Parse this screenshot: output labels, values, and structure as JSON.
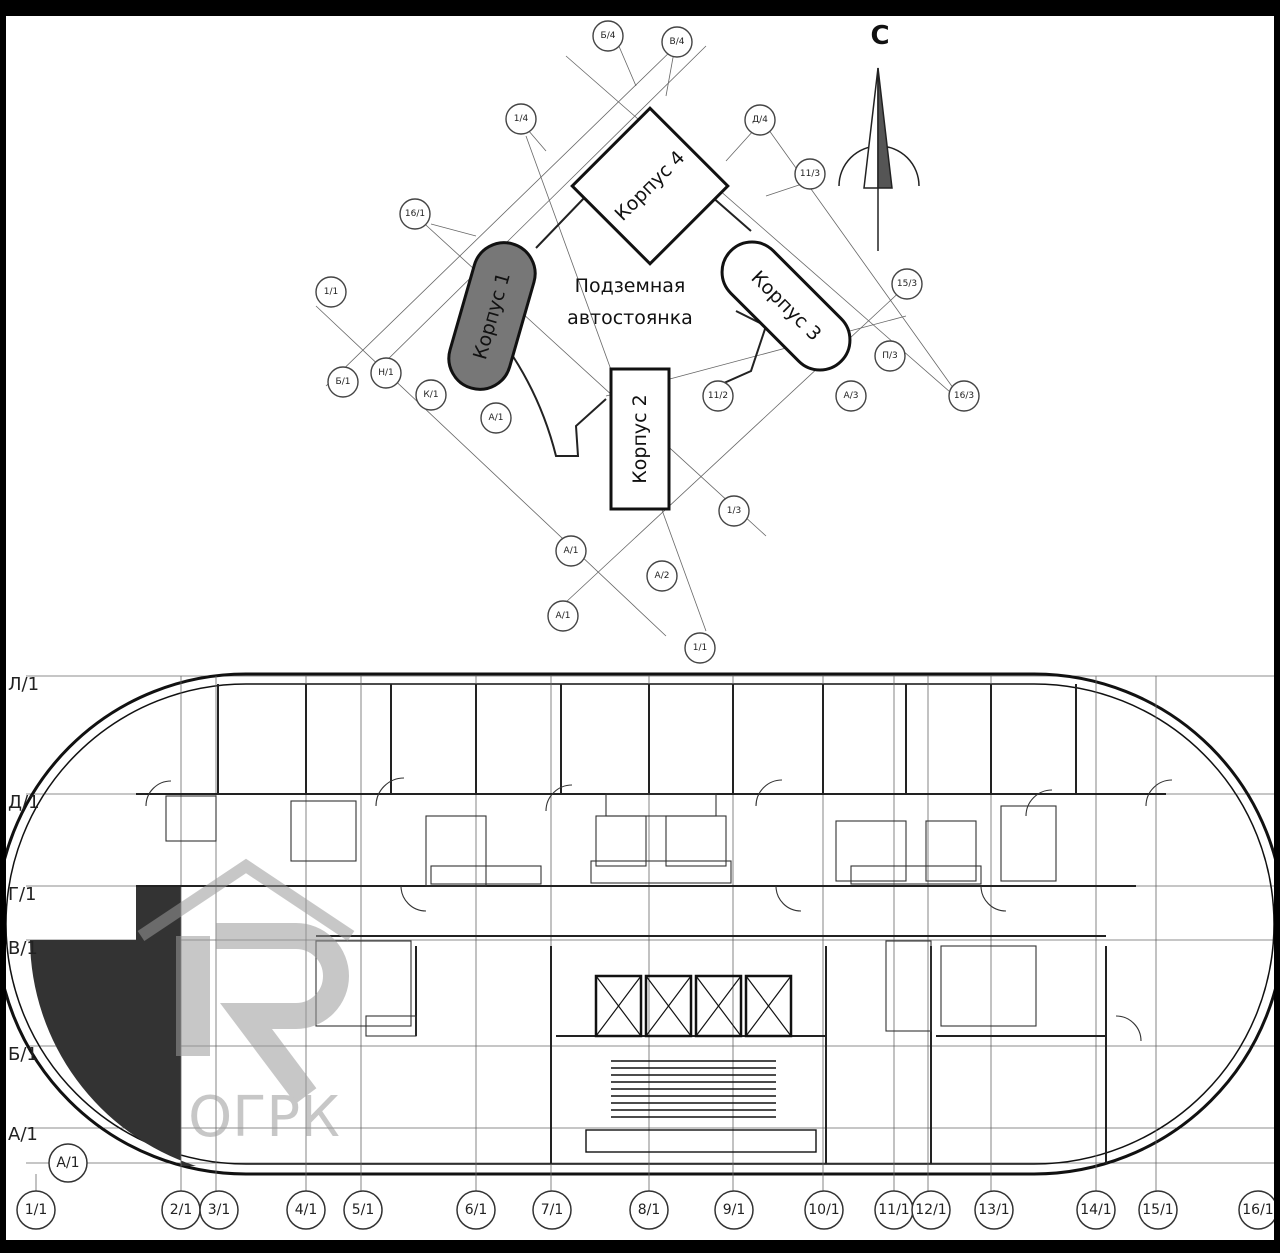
{
  "site_plan": {
    "north_label": "С",
    "parking_label": [
      "Подземная",
      "автостоянка"
    ],
    "buildings": [
      {
        "id": "k4",
        "label": "Корпус 4"
      },
      {
        "id": "k1",
        "label": "Корпус 1"
      },
      {
        "id": "k3",
        "label": "Корпус 3"
      },
      {
        "id": "k2",
        "label": "Корпус 2"
      }
    ],
    "grid_bubbles": [
      "Б/4",
      "В/4",
      "1/4",
      "Д/4",
      "16/1",
      "11/3",
      "1/1",
      "Б/1",
      "Н/1",
      "К/1",
      "А/1",
      "15/3",
      "П/3",
      "А/3",
      "16/3",
      "1/3",
      "11/2",
      "А/2",
      "А/1",
      "1/1"
    ]
  },
  "floor_plan": {
    "highlight_color": "#333333",
    "left_axes": [
      "Л/1",
      "Д/1",
      "Г/1",
      "В/1",
      "Б/1",
      "А/1"
    ],
    "left_axis_bottom": "А/1",
    "bottom_axes": [
      "1/1",
      "2/1",
      "3/1",
      "4/1",
      "5/1",
      "6/1",
      "7/1",
      "8/1",
      "9/1",
      "10/1",
      "11/1",
      "12/1",
      "13/1",
      "14/1",
      "15/1",
      "16/1"
    ]
  },
  "watermark": {
    "text": "ОГРК",
    "color": "#9a9a9a"
  }
}
